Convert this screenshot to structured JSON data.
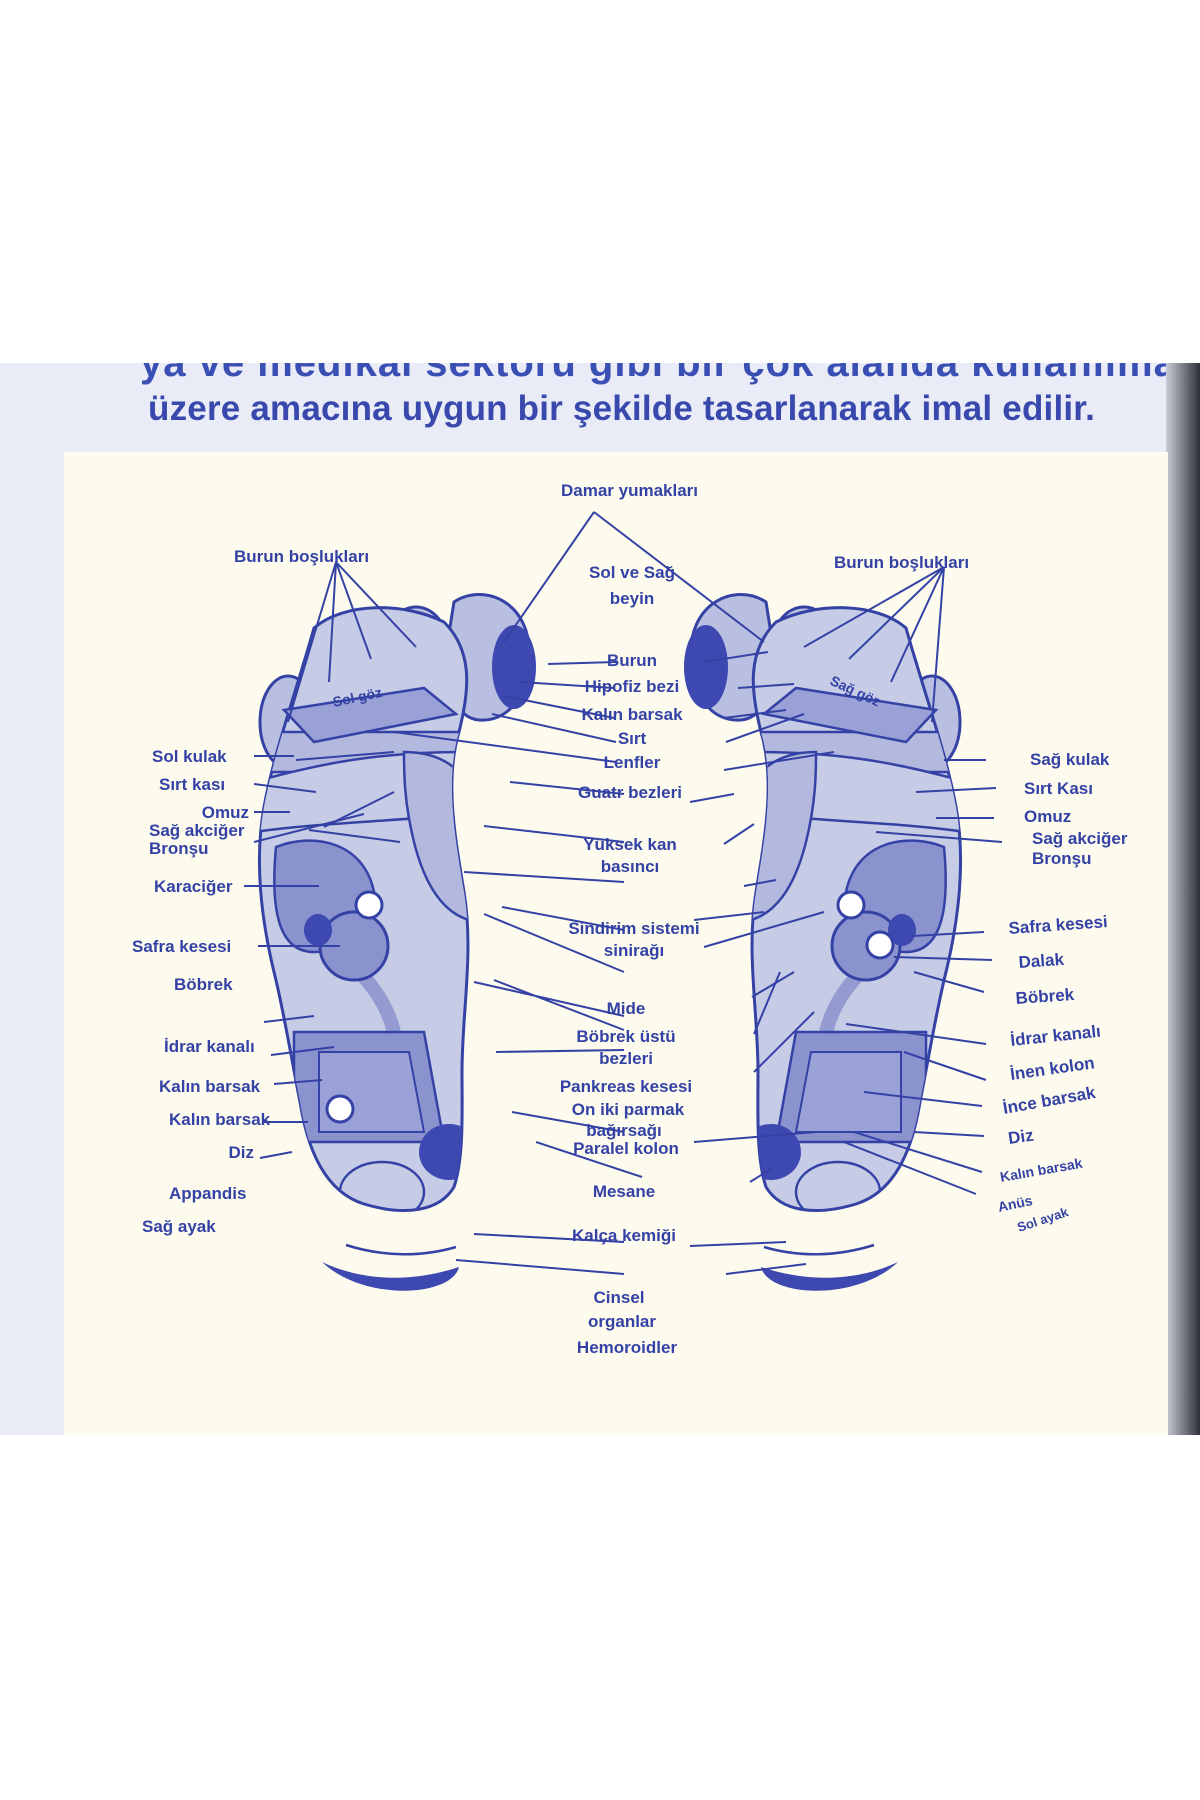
{
  "header": {
    "cut_line": "ya ve medikal sektörü gibi bir çok alanda kullanılmak",
    "headline": "üzere amacına uygun bir şekilde tasarlanarak imal edilir."
  },
  "diagram": {
    "top_label": "Damar yumakları",
    "right_foot_caption": "Sağ ayak",
    "left_foot_caption": "Sol ayak",
    "right_foot_labels": [
      "Burun boşlukları",
      "Sol kulak",
      "Sırt kası",
      "Omuz",
      "Sağ akciğer",
      "Bronşu",
      "Karaciğer",
      "Safra kesesi",
      "Böbrek",
      "İdrar kanalı",
      "Kalın barsak",
      "Kalın barsak",
      "Diz",
      "Appandis"
    ],
    "center_labels": [
      "Sol ve Sağ",
      "beyin",
      "Burun",
      "Hipofiz bezi",
      "Kalın barsak",
      "Sırt",
      "Lenfler",
      "Guatr bezleri",
      "Yüksek kan",
      "basıncı",
      "Sindirim sistemi",
      "sinirağı",
      "Mide",
      "Böbrek üstü",
      "bezleri",
      "Pankreas kesesi",
      "On iki parmak",
      "bağırsağı",
      "Paralel kolon",
      "Mesane",
      "Kalça kemiği",
      "Cinsel",
      "organlar",
      "Hemoroidler"
    ],
    "left_foot_labels": [
      "Burun boşlukları",
      "Sağ kulak",
      "Sırt Kası",
      "Omuz",
      "Sağ akciğer",
      "Bronşu",
      "Safra kesesi",
      "Dalak",
      "Böbrek",
      "İdrar kanalı",
      "İnen kolon",
      "İnce barsak",
      "Diz",
      "Kalın barsak",
      "Anüs"
    ],
    "foot_markings": {
      "right_eye": "Sol göz",
      "left_eye": "Sağ göz"
    },
    "colors": {
      "ink": "#3542a5",
      "fill_light": "#b9bfe0",
      "fill_mid": "#8b93cf",
      "fill_dark": "#3d48b0",
      "paper": "#fcfbee"
    }
  }
}
